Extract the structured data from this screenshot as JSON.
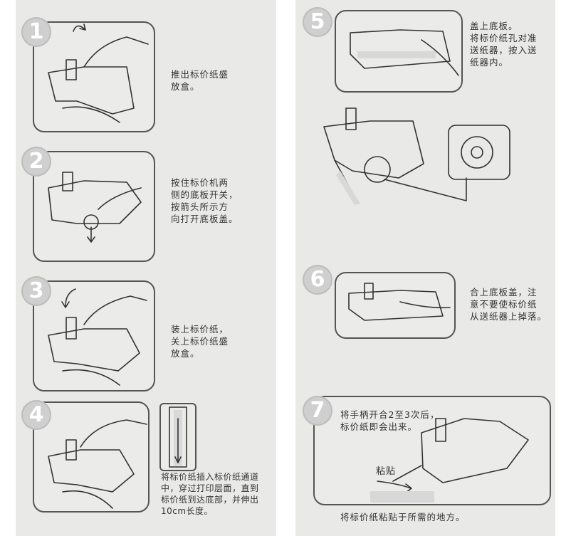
{
  "steps": [
    {
      "number": "1",
      "text": "推出标价纸盛\n放盒。"
    },
    {
      "number": "2",
      "text": "按住标价机两\n侧的底板开关，\n按箭头所示方\n向打开底板盖。"
    },
    {
      "number": "3",
      "text": "装上标价纸，\n关上标价纸盛\n放盒。"
    },
    {
      "number": "4",
      "text": "将标价纸插入标价纸通道\n中，穿过打印层面，直到\n标价纸到达底部，并伸出\n10cm长度。"
    },
    {
      "number": "5",
      "text": "盖上底板。\n将标价纸孔对准\n送纸器，按入送\n纸器内。"
    },
    {
      "number": "6",
      "text": "合上底板盖，注\n意不要使标价纸\n从送纸器上掉落。"
    },
    {
      "number": "7",
      "text": "将手柄开合2至3次后，\n标价纸即会出来。",
      "label": "粘贴",
      "caption": "将标价纸粘贴于所需的地方。"
    }
  ],
  "colors": {
    "panel": "#e9e9e7",
    "frame": "#555555",
    "badge": "#cfcfcf",
    "paper": "#d8d8d8"
  }
}
